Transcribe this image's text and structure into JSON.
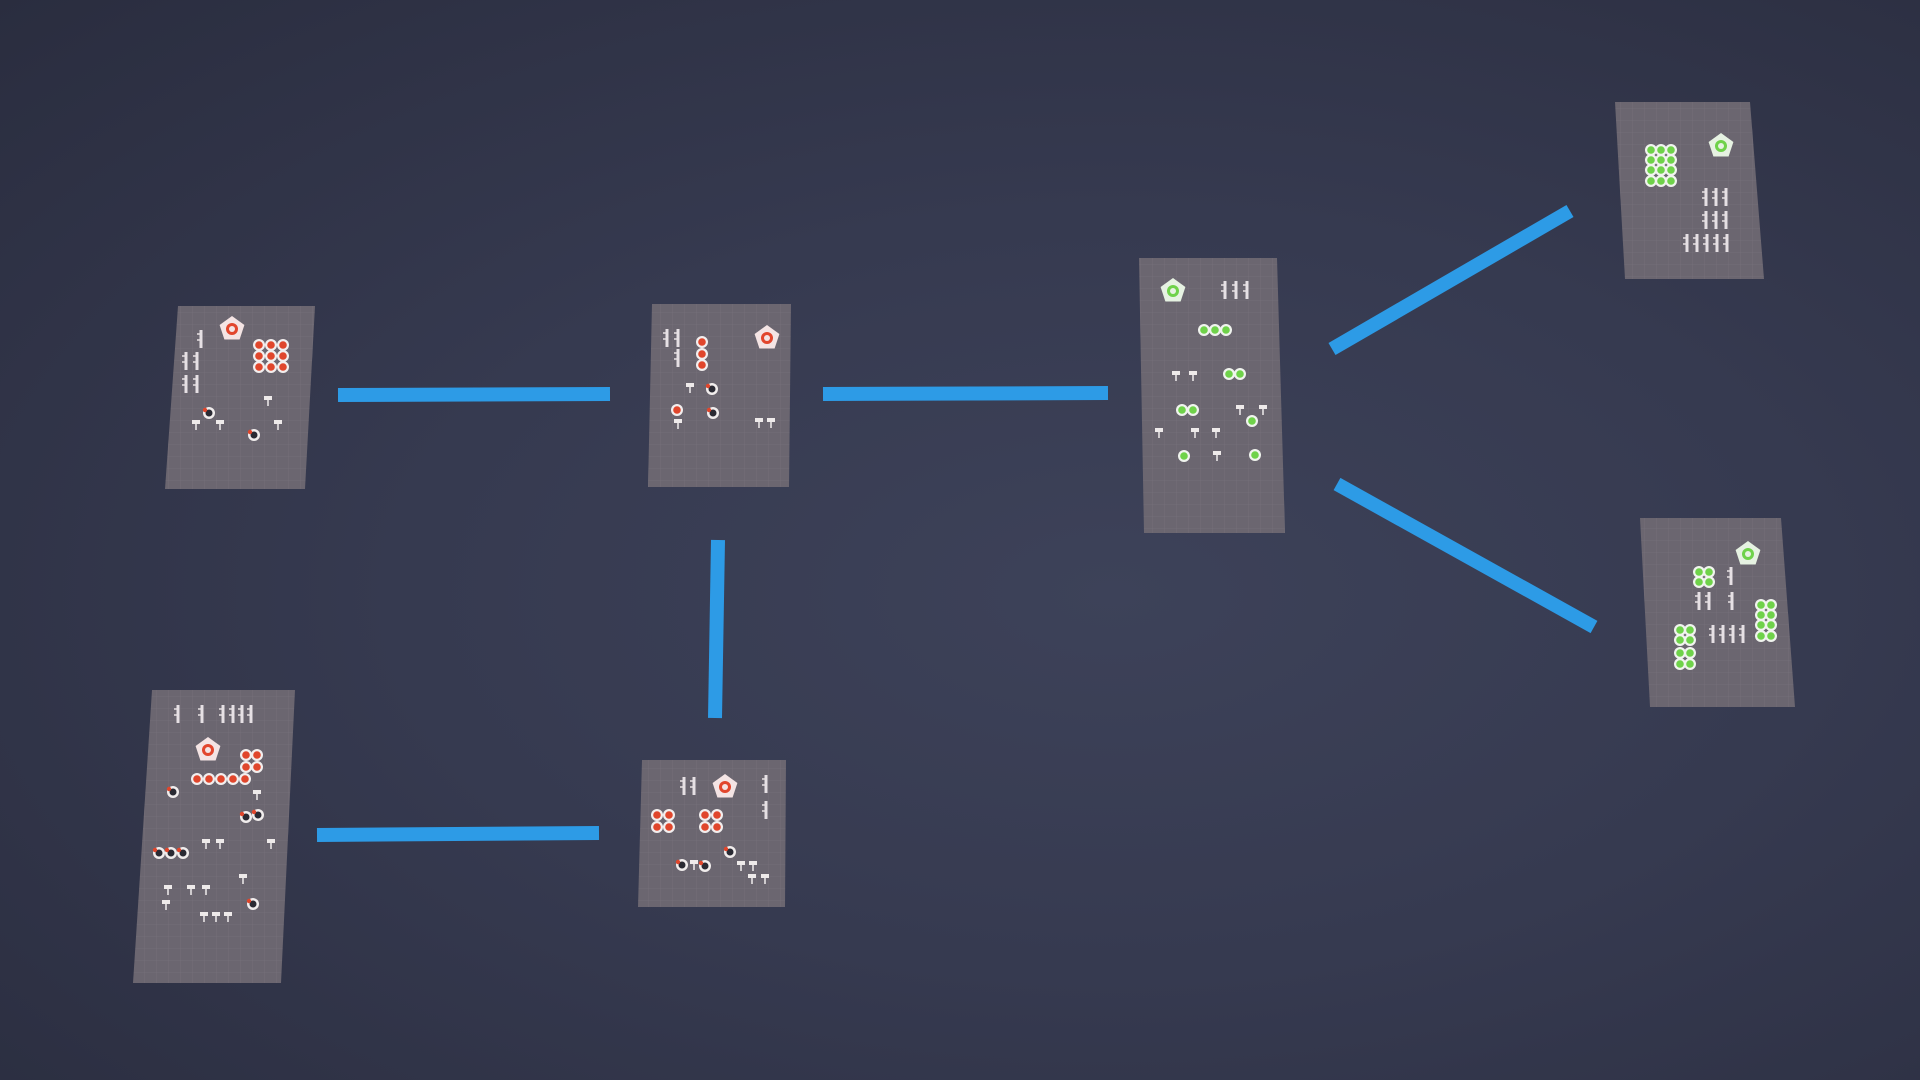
{
  "scene": {
    "background": "#363a50",
    "connector_color": "#2d9be6",
    "board_color": "#6b6670",
    "grid_color": "#7b7680"
  },
  "boards": [
    {
      "id": "enemy-base-1",
      "faction": "red",
      "units": {
        "hq": 1,
        "infantry": 9,
        "soldiers": 7,
        "vehicles": 6
      }
    },
    {
      "id": "enemy-base-2",
      "faction": "red",
      "units": {
        "hq": 1,
        "infantry": 6,
        "soldiers": 3,
        "vehicles": 4
      }
    },
    {
      "id": "enemy-base-3",
      "faction": "red",
      "units": {
        "hq": 1,
        "infantry": 14,
        "soldiers": 8,
        "vehicles": 16
      }
    },
    {
      "id": "enemy-base-4",
      "faction": "red",
      "units": {
        "hq": 1,
        "infantry": 8,
        "soldiers": 3,
        "vehicles": 7
      }
    },
    {
      "id": "ally-base-1",
      "faction": "green",
      "units": {
        "hq": 1,
        "infantry": 10,
        "soldiers": 3,
        "vehicles": 11
      }
    },
    {
      "id": "ally-base-2",
      "faction": "green",
      "units": {
        "hq": 1,
        "infantry": 12,
        "soldiers": 12,
        "vehicles": 0
      }
    },
    {
      "id": "ally-base-3",
      "faction": "green",
      "units": {
        "hq": 1,
        "infantry": 22,
        "soldiers": 9,
        "vehicles": 0
      }
    }
  ],
  "connections": [
    {
      "from": "enemy-base-1",
      "to": "enemy-base-2"
    },
    {
      "from": "enemy-base-2",
      "to": "ally-base-1"
    },
    {
      "from": "enemy-base-2",
      "to": "enemy-base-4"
    },
    {
      "from": "enemy-base-3",
      "to": "enemy-base-4"
    },
    {
      "from": "ally-base-1",
      "to": "ally-base-2"
    },
    {
      "from": "ally-base-1",
      "to": "ally-base-3"
    }
  ],
  "icons": {
    "hq": "pentagon-hq-icon",
    "infantry": "round-token-icon",
    "soldiers": "soldier-squad-icon",
    "vehicles": "flag-marker-icon"
  }
}
